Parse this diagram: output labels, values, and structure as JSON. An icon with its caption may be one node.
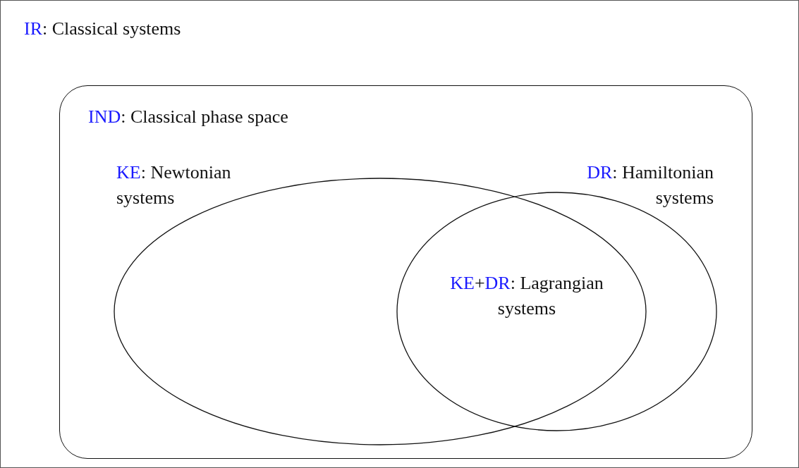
{
  "diagram": {
    "nodes": [
      {
        "text": [
          "IR: Classical systems"
        ]
      },
      {
        "text": [
          "IND: Classical phase space"
        ],
        "in": 0
      },
      {
        "text": [
          "KE: Newtonian systems"
        ],
        "in": 1
      },
      {
        "text": [
          "DR: Hamiltonian systems"
        ],
        "in": 1
      },
      {
        "text": [
          "KE+DR: Lagrangian systems"
        ]
      }
    ],
    "edges": []
  }
}
